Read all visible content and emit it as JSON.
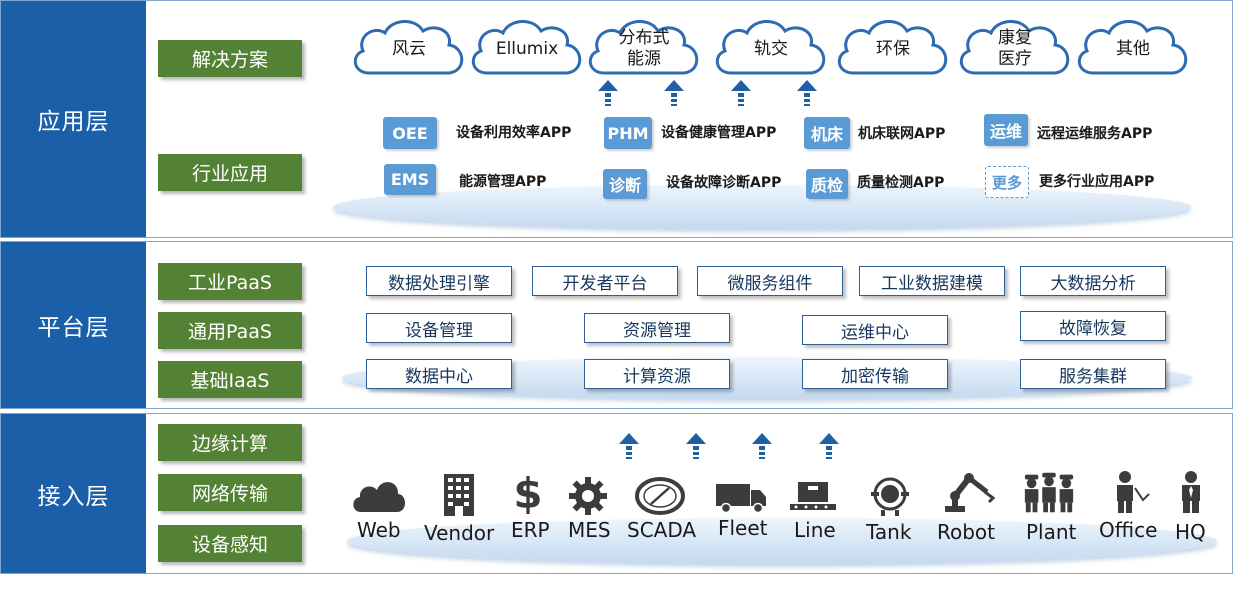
{
  "application_layer": {
    "title": "应用层",
    "tags": [
      "解决方案",
      "行业应用"
    ],
    "clouds": [
      {
        "label": "风云"
      },
      {
        "label": "Ellumix"
      },
      {
        "label": "分布式\n能源"
      },
      {
        "label": "轨交"
      },
      {
        "label": "环保"
      },
      {
        "label": "康复\n医疗"
      },
      {
        "label": "其他"
      }
    ],
    "apps": [
      {
        "badge": "OEE",
        "label": "设备利用效率APP"
      },
      {
        "badge": "PHM",
        "label": "设备健康管理APP"
      },
      {
        "badge": "机床",
        "label": "机床联网APP"
      },
      {
        "badge": "运维",
        "label": "远程运维服务APP"
      },
      {
        "badge": "EMS",
        "label": "能源管理APP"
      },
      {
        "badge": "诊断",
        "label": "设备故障诊断APP"
      },
      {
        "badge": "质检",
        "label": "质量检测APP"
      },
      {
        "badge": "更多",
        "label": "更多行业应用APP"
      }
    ]
  },
  "platform_layer": {
    "title": "平台层",
    "tags": [
      "工业PaaS",
      "通用PaaS",
      "基础IaaS"
    ],
    "rows": [
      [
        "数据处理引擎",
        "开发者平台",
        "微服务组件",
        "工业数据建模",
        "大数据分析"
      ],
      [
        "设备管理",
        "资源管理",
        "运维中心",
        "故障恢复"
      ],
      [
        "数据中心",
        "计算资源",
        "加密传输",
        "服务集群"
      ]
    ]
  },
  "access_layer": {
    "title": "接入层",
    "tags": [
      "边缘计算",
      "网络传输",
      "设备感知"
    ],
    "items": [
      {
        "label": "Web",
        "icon": "cloud-icon"
      },
      {
        "label": "Vendor",
        "icon": "building-icon"
      },
      {
        "label": "ERP",
        "icon": "dollar-icon"
      },
      {
        "label": "MES",
        "icon": "gear-icon"
      },
      {
        "label": "SCADA",
        "icon": "gauge-icon"
      },
      {
        "label": "Fleet",
        "icon": "truck-icon"
      },
      {
        "label": "Line",
        "icon": "conveyor-icon"
      },
      {
        "label": "Tank",
        "icon": "tank-icon"
      },
      {
        "label": "Robot",
        "icon": "robot-arm-icon"
      },
      {
        "label": "Plant",
        "icon": "workers-icon"
      },
      {
        "label": "Office",
        "icon": "office-worker-icon"
      },
      {
        "label": "HQ",
        "icon": "executive-icon"
      }
    ]
  },
  "colors": {
    "layer_title_bg": "#1a5fa8",
    "tag_green": "#548235",
    "badge_blue": "#5b9bd5",
    "box_border": "#2f5f95",
    "arrow_blue": "#1f5fa6"
  }
}
